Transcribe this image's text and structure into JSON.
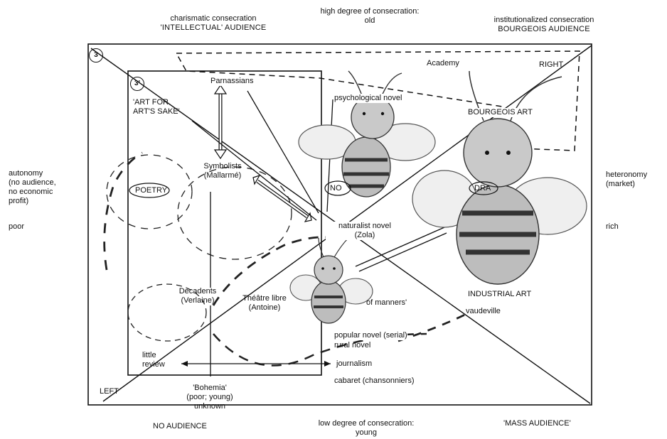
{
  "top": {
    "left_line1": "charismatic consecration",
    "left_line2": "'INTELLECTUAL' AUDIENCE",
    "center_line1": "high degree of consecration:",
    "center_line2": "old",
    "right_line1": "institutionalized consecration",
    "right_line2": "BOURGEOIS AUDIENCE"
  },
  "bottom": {
    "left": "NO AUDIENCE",
    "center_line1": "low degree of consecration:",
    "center_line2": "young",
    "right": "'MASS AUDIENCE'"
  },
  "left_side": {
    "autonomy_l1": "autonomy",
    "autonomy_l2": "(no audience,",
    "autonomy_l3": "no economic",
    "autonomy_l4": "profit)",
    "poor": "poor"
  },
  "right_side": {
    "heteronomy_l1": "heteronomy",
    "heteronomy_l2": "(market)",
    "rich": "rich"
  },
  "markers": {
    "outer": "3",
    "inner": "3'"
  },
  "labels": {
    "academy": "Academy",
    "right": "RIGHT",
    "left": "LEFT",
    "parnassians": "Parnassians",
    "art_for_art_l1": "'ART FOR",
    "art_for_art_l2": "ART'S SAKE'",
    "psychological_novel": "psychological novel",
    "bourgeois_art": "BOURGEOIS ART",
    "symbolists_l1": "Symbolists",
    "symbolists_l2": "(Mallarmé)",
    "poetry": "POETRY",
    "no": "NO",
    "drama": "DRA",
    "naturalist_l1": "naturalist novel",
    "naturalist_l2": "(Zola)",
    "decadents_l1": "Decadents",
    "decadents_l2": "(Verlaine)",
    "theatre_l1": "Théâtre libre",
    "theatre_l2": "(Antoine)",
    "of_manners": "of manners'",
    "industrial_art": "INDUSTRIAL ART",
    "vaudeville": "vaudeville",
    "popular_novel": "popular novel (serial)",
    "rural_novel": "rural novel",
    "little_review_l1": "little",
    "little_review_l2": "review",
    "journalism": "journalism",
    "cabaret": "cabaret (chansonniers)",
    "bohemia_l1": "'Bohemia'",
    "bohemia_l2": "(poor; young)",
    "unknown": "unknown"
  }
}
